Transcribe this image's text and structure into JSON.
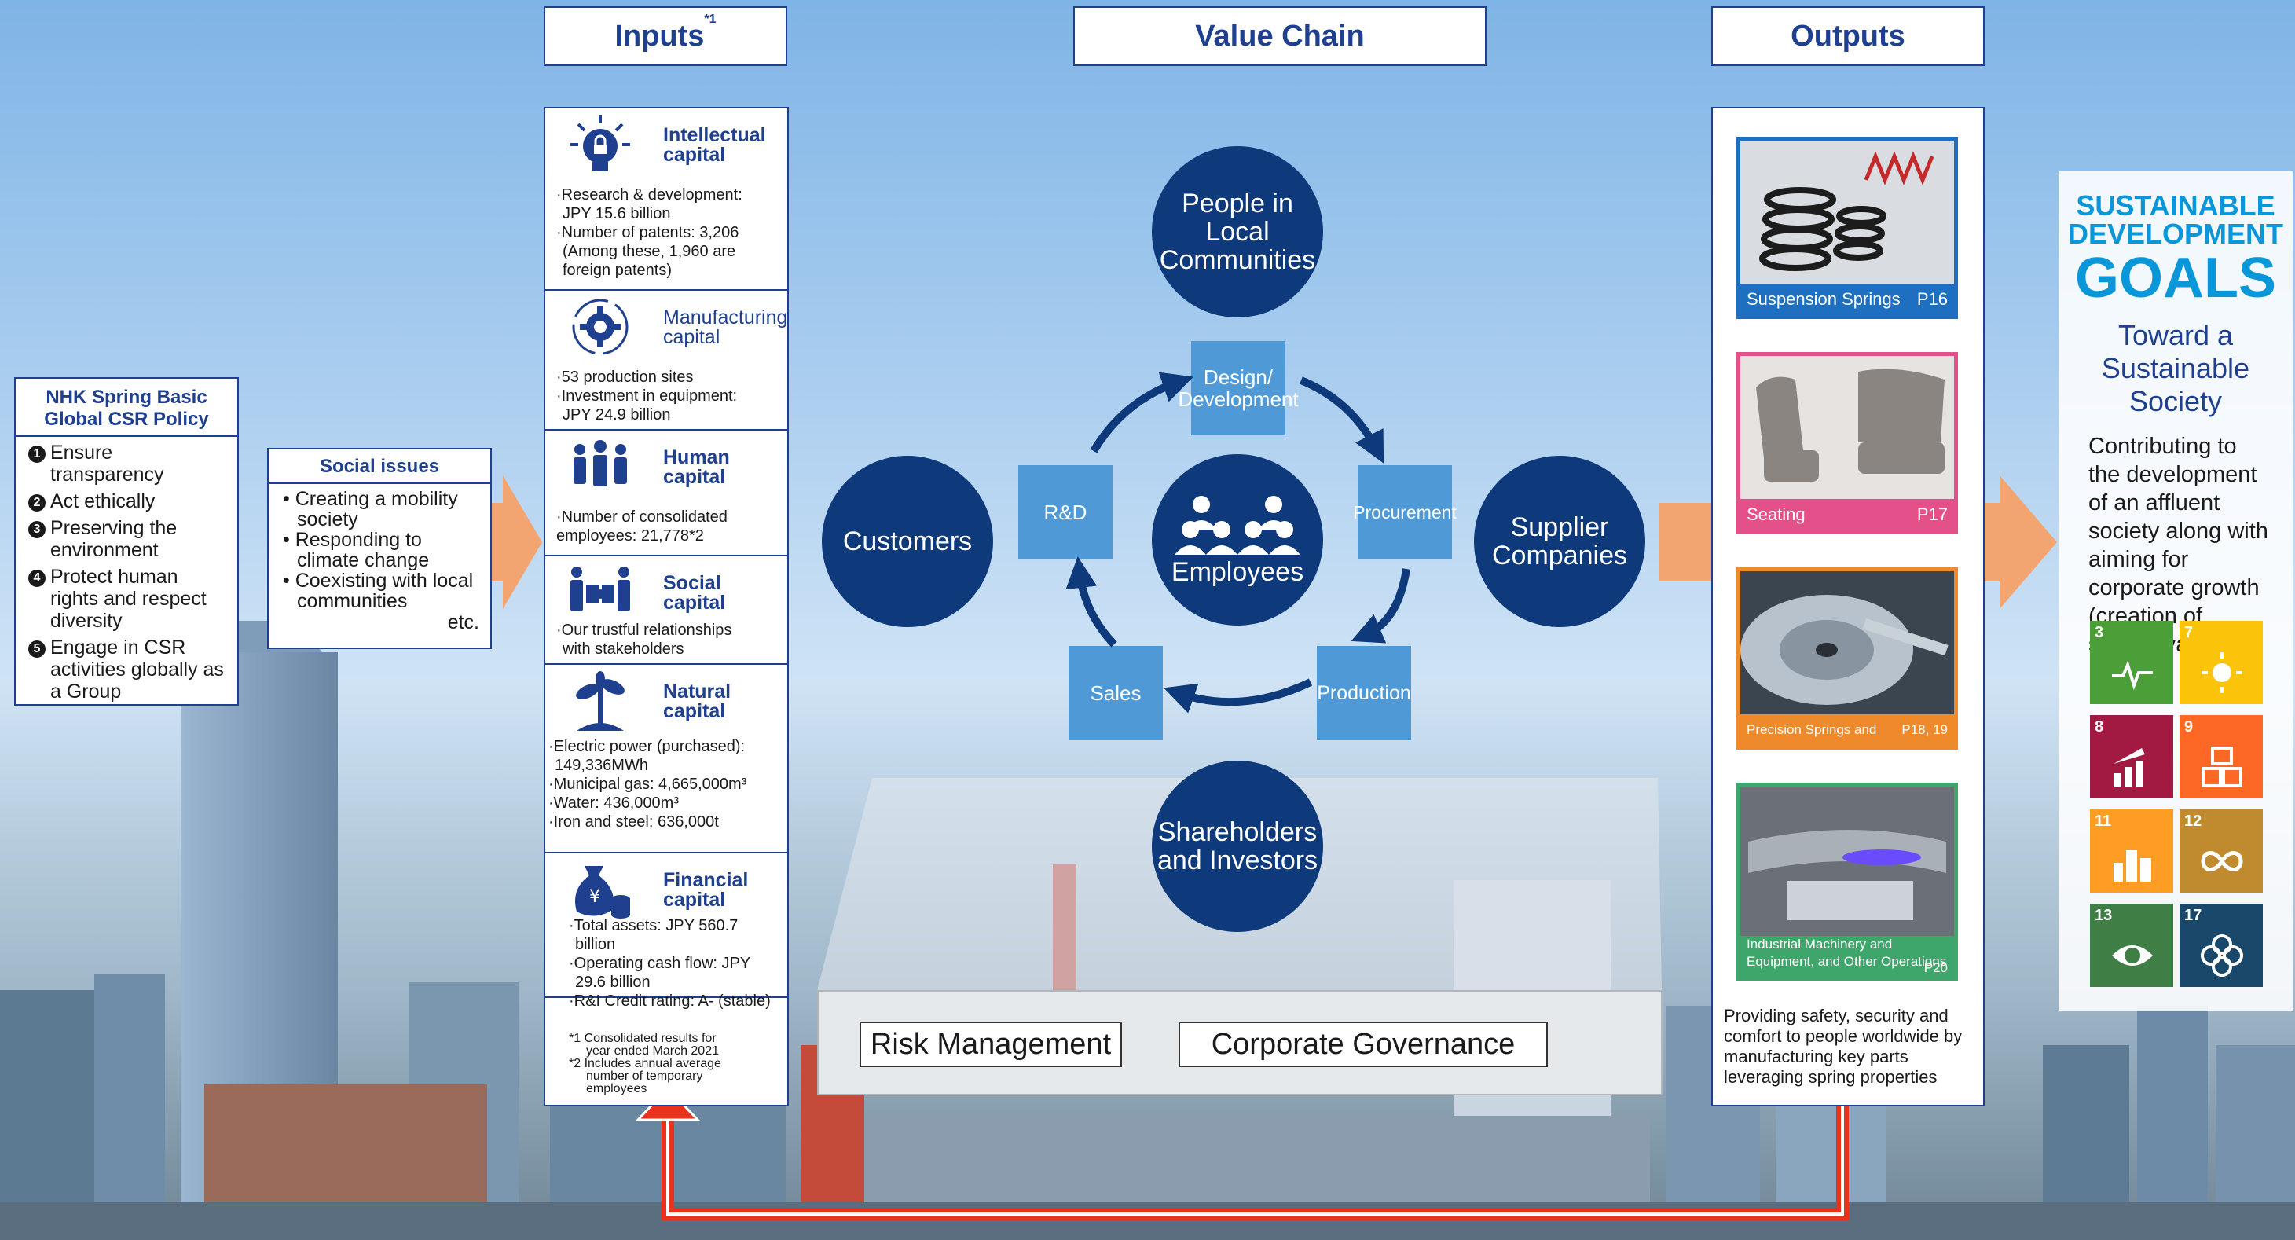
{
  "headers": {
    "inputs": "Inputs",
    "inputs_note_mark": "*1",
    "value_chain": "Value Chain",
    "outputs": "Outputs"
  },
  "csr_policy": {
    "title": "NHK Spring Basic Global CSR Policy",
    "items": [
      {
        "num": "1",
        "text": "Ensure transparency"
      },
      {
        "num": "2",
        "text": "Act ethically"
      },
      {
        "num": "3",
        "text": "Preserving the environment"
      },
      {
        "num": "4",
        "text": "Protect human rights and respect diversity"
      },
      {
        "num": "5",
        "text": "Engage in CSR activities globally as a Group"
      }
    ]
  },
  "social_issues": {
    "title": "Social issues",
    "items": [
      "Creating a mobility society",
      "Responding to climate change",
      "Coexisting with local communities"
    ],
    "etc": "etc."
  },
  "inputs": {
    "capitals": [
      {
        "title_line1": "Intellectual",
        "title_line2": "capital",
        "lines": [
          "·Research & development:",
          "JPY 15.6 billion",
          "·Number of patents: 3,206",
          "(Among these, 1,960 are",
          "foreign patents)"
        ]
      },
      {
        "title_line1": "Manufacturing",
        "title_line2": "capital",
        "lines": [
          "·53 production sites",
          "·Investment in equipment:",
          "JPY 24.9 billion"
        ]
      },
      {
        "title_line1": "Human",
        "title_line2": "capital",
        "lines": [
          "·Number of consolidated",
          "employees: 21,778*2"
        ]
      },
      {
        "title_line1": "Social",
        "title_line2": "capital",
        "lines": [
          "·Our trustful relationships",
          "with stakeholders"
        ]
      },
      {
        "title_line1": "Natural",
        "title_line2": "capital",
        "lines": [
          "·Electric power (purchased):",
          "149,336MWh",
          "·Municipal gas: 4,665,000m³",
          "·Water: 436,000m³",
          "·Iron and steel: 636,000t"
        ]
      },
      {
        "title_line1": "Financial",
        "title_line2": "capital",
        "lines": [
          "·Total assets: JPY 560.7",
          "billion",
          "·Operating cash flow: JPY",
          "29.6 billion",
          "·R&I Credit rating: A- (stable)"
        ]
      }
    ],
    "footnotes": [
      "*1 Consolidated results for",
      "year ended March 2021",
      "*2 Includes annual average",
      "number of temporary",
      "employees"
    ]
  },
  "value_chain": {
    "stakeholders": {
      "top": "People in Local Communities",
      "left": "Customers",
      "right": "Supplier Companies",
      "bottom": "Shareholders and Investors"
    },
    "center": "Employees",
    "cycle": [
      "Design/ Development",
      "Procurement",
      "Production",
      "Sales",
      "R&D"
    ],
    "governance": [
      "Risk Management",
      "Corporate Governance"
    ]
  },
  "outputs": {
    "products": [
      {
        "label": "Suspension Springs",
        "page": "P16",
        "color": "#1e6fc0"
      },
      {
        "label": "Seating",
        "page": "P17",
        "color": "#e4508a"
      },
      {
        "label": "Precision Springs and Components",
        "page": "P18, 19",
        "color": "#ef8a2c"
      },
      {
        "label": "Industrial Machinery and Equipment, and Other Operations",
        "page": "P20",
        "color": "#3ea66a"
      }
    ],
    "description": "Providing safety, security and comfort to people worldwide by manufacturing key parts leveraging spring properties"
  },
  "sdgs": {
    "logo_line1": "SUSTAINABLE",
    "logo_line2": "DEVELOPMENT",
    "logo_line3": "GOALS",
    "subtitle": "Toward a Sustainable Society",
    "description": "Contributing to the development of an affluent society along with aiming for corporate growth (creation of shared value)",
    "goals": [
      {
        "num": "3",
        "color": "#4c9f38",
        "icon": "heartbeat-icon"
      },
      {
        "num": "7",
        "color": "#fcc30b",
        "icon": "sun-icon"
      },
      {
        "num": "8",
        "color": "#a21942",
        "icon": "growth-chart-icon"
      },
      {
        "num": "9",
        "color": "#fd6925",
        "icon": "cubes-icon"
      },
      {
        "num": "11",
        "color": "#fd9d24",
        "icon": "city-icon"
      },
      {
        "num": "12",
        "color": "#bf8b2e",
        "icon": "infinity-icon"
      },
      {
        "num": "13",
        "color": "#3f7e44",
        "icon": "eye-globe-icon"
      },
      {
        "num": "17",
        "color": "#19486a",
        "icon": "partnership-icon"
      }
    ]
  }
}
